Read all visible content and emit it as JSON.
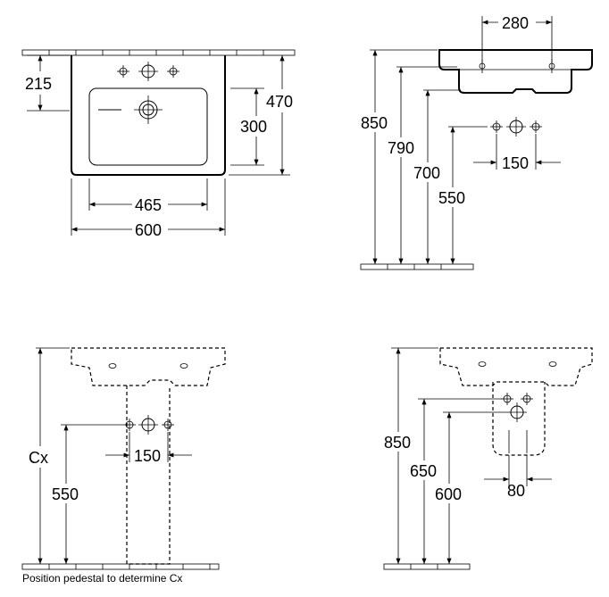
{
  "top_view": {
    "dim_215": "215",
    "dim_470": "470",
    "dim_300": "300",
    "dim_465": "465",
    "dim_600": "600"
  },
  "side_view": {
    "dim_280": "280",
    "dim_850": "850",
    "dim_790": "790",
    "dim_700": "700",
    "dim_550": "550",
    "dim_150": "150"
  },
  "pedestal_front": {
    "dim_cx": "Cx",
    "dim_550": "550",
    "dim_150": "150",
    "caption": "Position pedestal to determine Cx"
  },
  "pedestal_side": {
    "dim_850": "850",
    "dim_650": "650",
    "dim_600": "600",
    "dim_80": "80"
  }
}
